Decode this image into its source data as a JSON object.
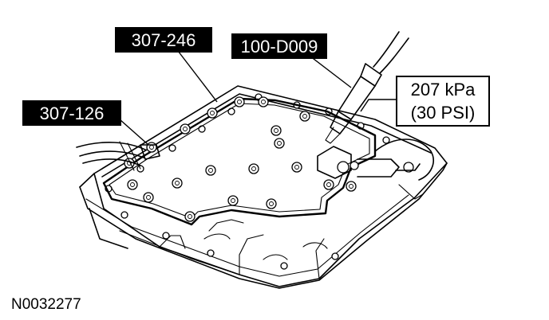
{
  "labels": {
    "tool_307_246": "307-246",
    "tool_100_D009": "100-D009",
    "tool_307_126": "307-126",
    "pressure_line1": "207 kPa",
    "pressure_line2": "(30 PSI)"
  },
  "figure_id": "N0032277",
  "colors": {
    "ink": "#000000",
    "paper": "#ffffff"
  }
}
